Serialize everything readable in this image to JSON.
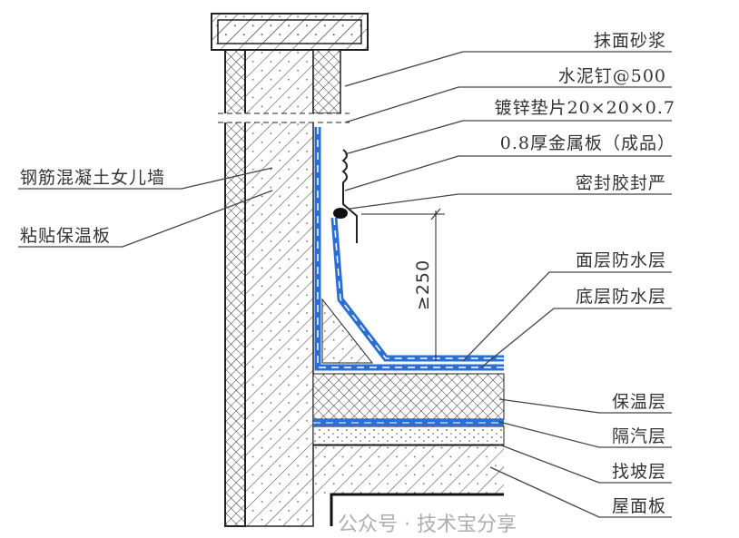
{
  "labels_right": [
    "抹面砂浆",
    "水泥钉@500",
    "镀锌垫片20×20×0.7",
    "0.8厚金属板（成品）",
    "密封胶封严",
    "面层防水层",
    "底层防水层",
    "保温层",
    "隔汽层",
    "找坡层",
    "屋面板"
  ],
  "labels_left": [
    "钢筋混凝土女儿墙",
    "粘贴保温板"
  ],
  "dimension": "≥250",
  "watermark": "公众号 · 技术宝分享",
  "colors": {
    "waterproof": "#2a6fd6",
    "line": "#222222"
  }
}
